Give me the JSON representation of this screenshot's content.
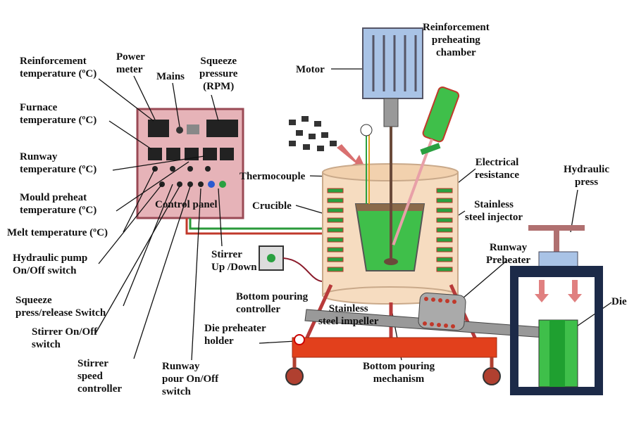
{
  "labels": {
    "reinforcement_temp": "Reinforcement\ntemperature (ºC)",
    "power_meter": "Power\nmeter",
    "mains": "Mains",
    "squeeze_pressure": "Squeeze\npressure\n(RPM)",
    "furnace_temp": "Furnace\ntemperature (ºC)",
    "runway_temp": "Runway\ntemperature (ºC)",
    "mould_preheat_temp": "Mould preheat\ntemperature (ºC)",
    "control_panel": "Control panel",
    "melt_temp": "Melt temperature (ºC)",
    "hydraulic_pump_switch": "Hydraulic pump\nOn/Off switch",
    "squeeze_switch": "Squeeze\npress/release Switch",
    "stirrer_switch": "Stirrer On/Off\nswitch",
    "stirrer_speed": "Stirrer\nspeed\ncontroller",
    "runway_pour_switch": "Runway\npour On/Off\nswitch",
    "stirrer_updown": "Stirrer\nUp /Down",
    "bottom_pouring_controller": "Bottom pouring\ncontroller",
    "die_preheater_holder": "Die preheater\nholder",
    "stainless_impeller": "Stainless\nsteel impeller",
    "bottom_pouring_mechanism": "Bottom pouring\nmechanism",
    "motor": "Motor",
    "reinforcement_chamber": "Reinforcement\npreheating\nchamber",
    "thermocouple": "Thermocouple",
    "crucible": "Crucible",
    "electrical_resistance": "Electrical\nresistance",
    "stainless_injector": "Stainless\nsteel injector",
    "hydraulic_press": "Hydraulic\npress",
    "runway_preheater": "Runway\nPreheater",
    "die": "Die"
  },
  "colors": {
    "control_panel": "#e6b3b8",
    "motor": "#a9c3e6",
    "furnace": "#f6dcc0",
    "melt": "#3fbf4a",
    "frame": "#e2401c",
    "press": "#1c2a48",
    "heater_coils": "#c0392b"
  }
}
